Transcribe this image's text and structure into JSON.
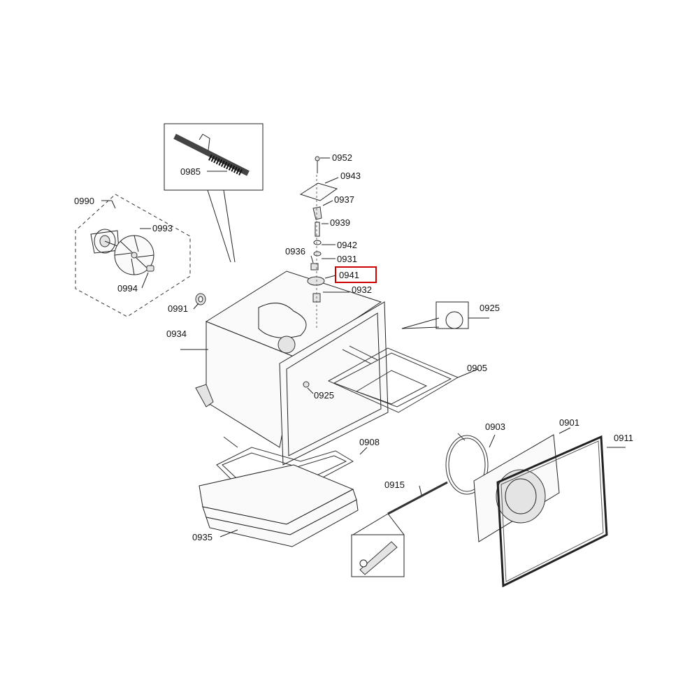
{
  "highlight_color": "#cc0000",
  "labels": {
    "p0952": "0952",
    "p0943": "0943",
    "p0937": "0937",
    "p0939": "0939",
    "p0942": "0942",
    "p0936": "0936",
    "p0931": "0931",
    "p0941": "0941",
    "p0932": "0932",
    "p0925a": "0925",
    "p0925b": "0925",
    "p0985": "0985",
    "p0990": "0990",
    "p0993": "0993",
    "p0994": "0994",
    "p0991": "0991",
    "p0934": "0934",
    "p0905": "0905",
    "p0903": "0903",
    "p0901": "0901",
    "p0911": "0911",
    "p0908": "0908",
    "p0915": "0915",
    "p0935": "0935"
  },
  "highlighted_part": "0941"
}
